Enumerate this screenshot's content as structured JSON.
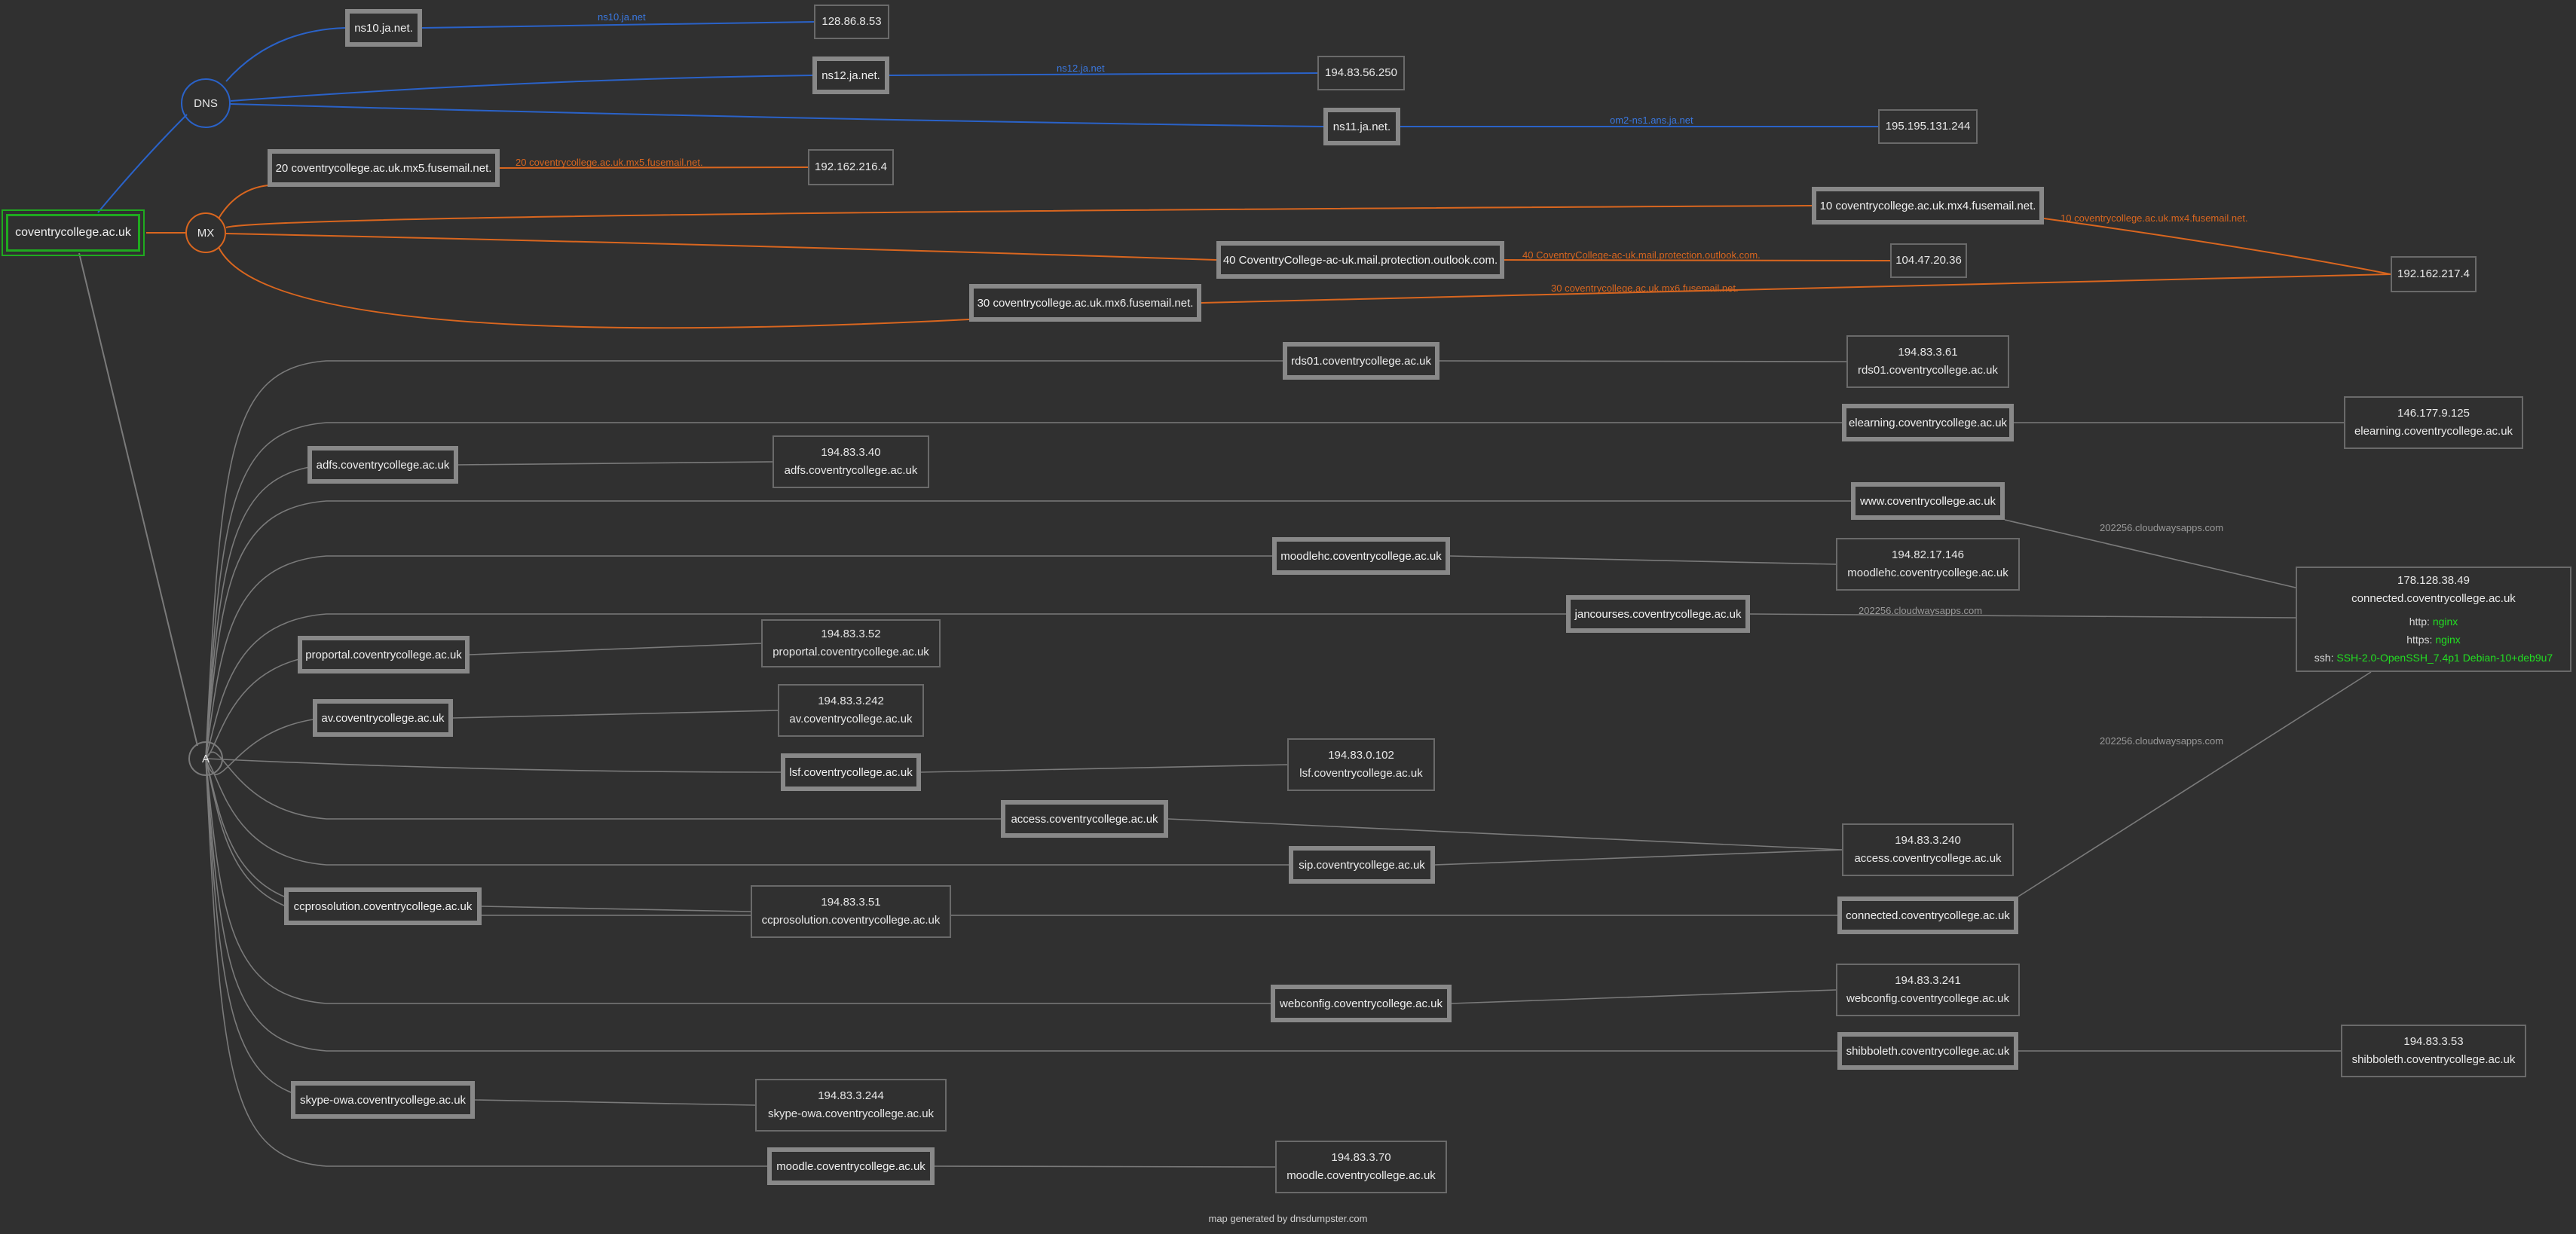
{
  "root": {
    "label": "coventrycollege.ac.uk"
  },
  "categories": {
    "dns": "DNS",
    "mx": "MX",
    "a": "A"
  },
  "colors": {
    "dns": "#2a62c8",
    "mx": "#d9661f",
    "a": "#7a7a7a",
    "root": "#1faa1f",
    "service_value": "#22dd22"
  },
  "dns": [
    {
      "name": "ns10.ja.net.",
      "edge_label": "ns10.ja.net",
      "ip": "128.86.8.53"
    },
    {
      "name": "ns12.ja.net.",
      "edge_label": "ns12.ja.net",
      "ip": "194.83.56.250"
    },
    {
      "name": "ns11.ja.net.",
      "edge_label": "om2-ns1.ans.ja.net",
      "ip": "195.195.131.244"
    }
  ],
  "mx": [
    {
      "name": "20 coventrycollege.ac.uk.mx5.fusemail.net.",
      "edge_label": "20 coventrycollege.ac.uk.mx5.fusemail.net.",
      "ip": "192.162.216.4"
    },
    {
      "name": "10 coventrycollege.ac.uk.mx4.fusemail.net.",
      "edge_label": "10 coventrycollege.ac.uk.mx4.fusemail.net.",
      "ip": "192.162.217.4"
    },
    {
      "name": "40 CoventryCollege-ac-uk.mail.protection.outlook.com.",
      "edge_label": "40 CoventryCollege-ac-uk.mail.protection.outlook.com.",
      "ip": "104.47.20.36"
    },
    {
      "name": "30 coventrycollege.ac.uk.mx6.fusemail.net.",
      "edge_label": "30 coventrycollege.ac.uk.mx6.fusemail.net.",
      "ip": "192.162.217.4"
    }
  ],
  "a_hosts": [
    "rds01.coventrycollege.ac.uk",
    "elearning.coventrycollege.ac.uk",
    "adfs.coventrycollege.ac.uk",
    "www.coventrycollege.ac.uk",
    "moodlehc.coventrycollege.ac.uk",
    "jancourses.coventrycollege.ac.uk",
    "proportal.coventrycollege.ac.uk",
    "av.coventrycollege.ac.uk",
    "lsf.coventrycollege.ac.uk",
    "access.coventrycollege.ac.uk",
    "sip.coventrycollege.ac.uk",
    "ccprosolution.coventrycollege.ac.uk",
    "connected.coventrycollege.ac.uk",
    "webconfig.coventrycollege.ac.uk",
    "shibboleth.coventrycollege.ac.uk",
    "skype-owa.coventrycollege.ac.uk",
    "moodle.coventrycollege.ac.uk"
  ],
  "a_ips": [
    {
      "ip": "194.83.3.61",
      "host": "rds01.coventrycollege.ac.uk"
    },
    {
      "ip": "146.177.9.125",
      "host": "elearning.coventrycollege.ac.uk"
    },
    {
      "ip": "194.83.3.40",
      "host": "adfs.coventrycollege.ac.uk"
    },
    {
      "ip": "194.82.17.146",
      "host": "moodlehc.coventrycollege.ac.uk"
    },
    {
      "ip": "194.83.3.52",
      "host": "proportal.coventrycollege.ac.uk"
    },
    {
      "ip": "194.83.3.242",
      "host": "av.coventrycollege.ac.uk"
    },
    {
      "ip": "194.83.0.102",
      "host": "lsf.coventrycollege.ac.uk"
    },
    {
      "ip": "194.83.3.240",
      "host": "access.coventrycollege.ac.uk"
    },
    {
      "ip": "194.83.3.51",
      "host": "ccprosolution.coventrycollege.ac.uk"
    },
    {
      "ip": "194.83.3.241",
      "host": "webconfig.coventrycollege.ac.uk"
    },
    {
      "ip": "194.83.3.53",
      "host": "shibboleth.coventrycollege.ac.uk"
    },
    {
      "ip": "194.83.3.244",
      "host": "skype-owa.coventrycollege.ac.uk"
    },
    {
      "ip": "194.83.3.70",
      "host": "moodle.coventrycollege.ac.uk"
    }
  ],
  "connected_ip": {
    "ip": "178.128.38.49",
    "host": "connected.coventrycollege.ac.uk",
    "services": [
      {
        "key": "http:",
        "value": "nginx"
      },
      {
        "key": "https:",
        "value": "nginx"
      },
      {
        "key": "ssh:",
        "value": "SSH-2.0-OpenSSH_7.4p1 Debian-10+deb9u7"
      }
    ]
  },
  "cname_labels": [
    "202256.cloudwaysapps.com",
    "202256.cloudwaysapps.com",
    "202256.cloudwaysapps.com"
  ],
  "footer": "map generated by dnsdumpster.com"
}
